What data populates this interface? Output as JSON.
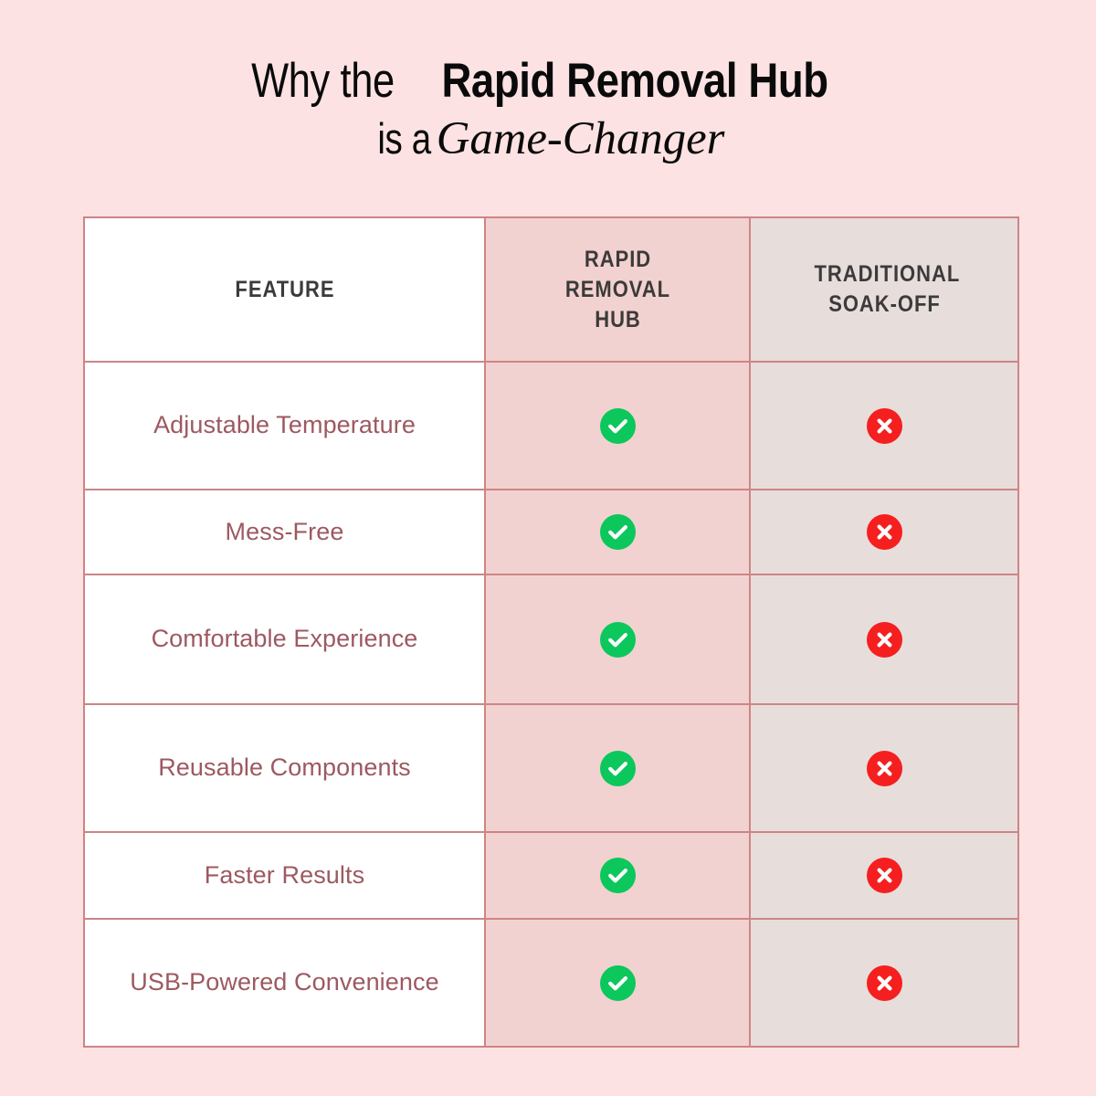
{
  "page": {
    "background_color": "#fce2e3"
  },
  "headline": {
    "line1_part1": "Why the ",
    "line1_part2": "Rapid Removal Hub",
    "line2_part1": "is a ",
    "line2_part2": "Game-Changer",
    "text_color": "#0a0a0a"
  },
  "table": {
    "border_color": "#cd8585",
    "columns": [
      {
        "key": "feature",
        "header": "FEATURE",
        "background": "#ffffff"
      },
      {
        "key": "rapid",
        "header": "RAPID REMOVAL HUB",
        "background": "#f2d2d0"
      },
      {
        "key": "trad",
        "header": "TRADITIONAL SOAK-OFF",
        "background": "#e7dedc"
      }
    ],
    "header_text_color": "#3c3a3a",
    "feature_text_color": "#9d5960",
    "icons": {
      "yes": {
        "name": "check-circle-icon",
        "color": "#0bc75c",
        "glyph": "check"
      },
      "no": {
        "name": "x-circle-icon",
        "color": "#f51f1f",
        "glyph": "cross"
      }
    },
    "rows": [
      {
        "feature": "Adjustable Temperature",
        "rapid": "yes",
        "trad": "no"
      },
      {
        "feature": "Mess-Free",
        "rapid": "yes",
        "trad": "no"
      },
      {
        "feature": "Comfortable Experience",
        "rapid": "yes",
        "trad": "no"
      },
      {
        "feature": "Reusable Components",
        "rapid": "yes",
        "trad": "no"
      },
      {
        "feature": "Faster Results",
        "rapid": "yes",
        "trad": "no"
      },
      {
        "feature": "USB-Powered Convenience",
        "rapid": "yes",
        "trad": "no"
      }
    ]
  }
}
